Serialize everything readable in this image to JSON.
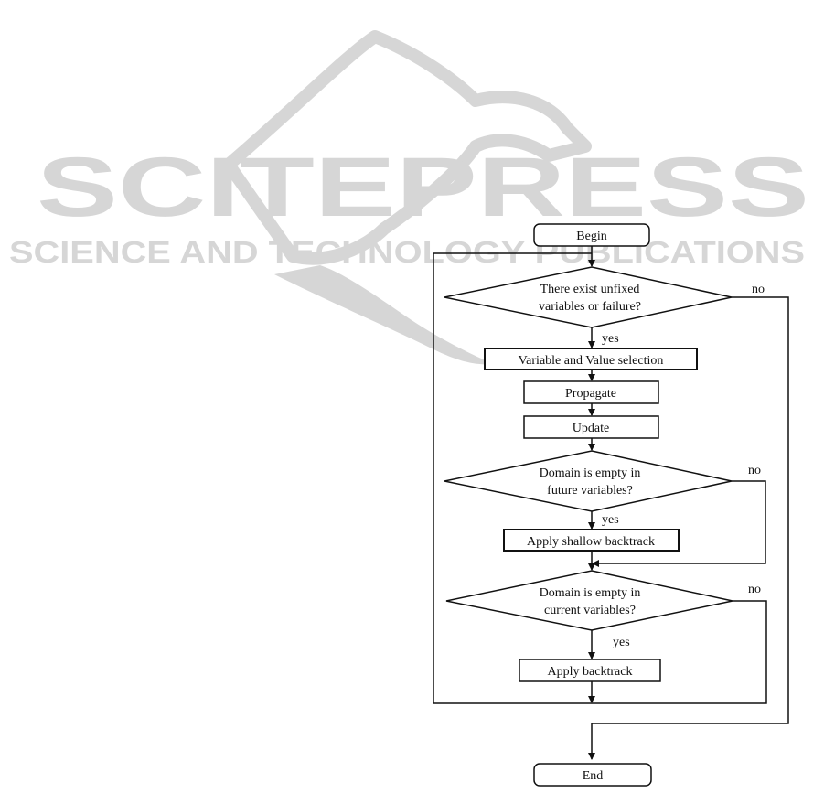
{
  "watermark": {
    "brand": "SCITEPRESS",
    "tagline": "SCIENCE AND TECHNOLOGY PUBLICATIONS",
    "color": "#d6d6d6"
  },
  "flowchart": {
    "begin": "Begin",
    "decision1": [
      "There exist unfixed",
      "variables or failure?"
    ],
    "process1": "Variable and Value selection",
    "process2": "Propagate",
    "process3": "Update",
    "decision2": [
      "Domain is empty in",
      "future variables?"
    ],
    "process4": "Apply shallow backtrack",
    "decision3": [
      "Domain is empty in",
      "current variables?"
    ],
    "process5": "Apply backtrack",
    "end": "End",
    "yes_label": "yes",
    "no_label": "no",
    "stroke_color": "#111111"
  }
}
